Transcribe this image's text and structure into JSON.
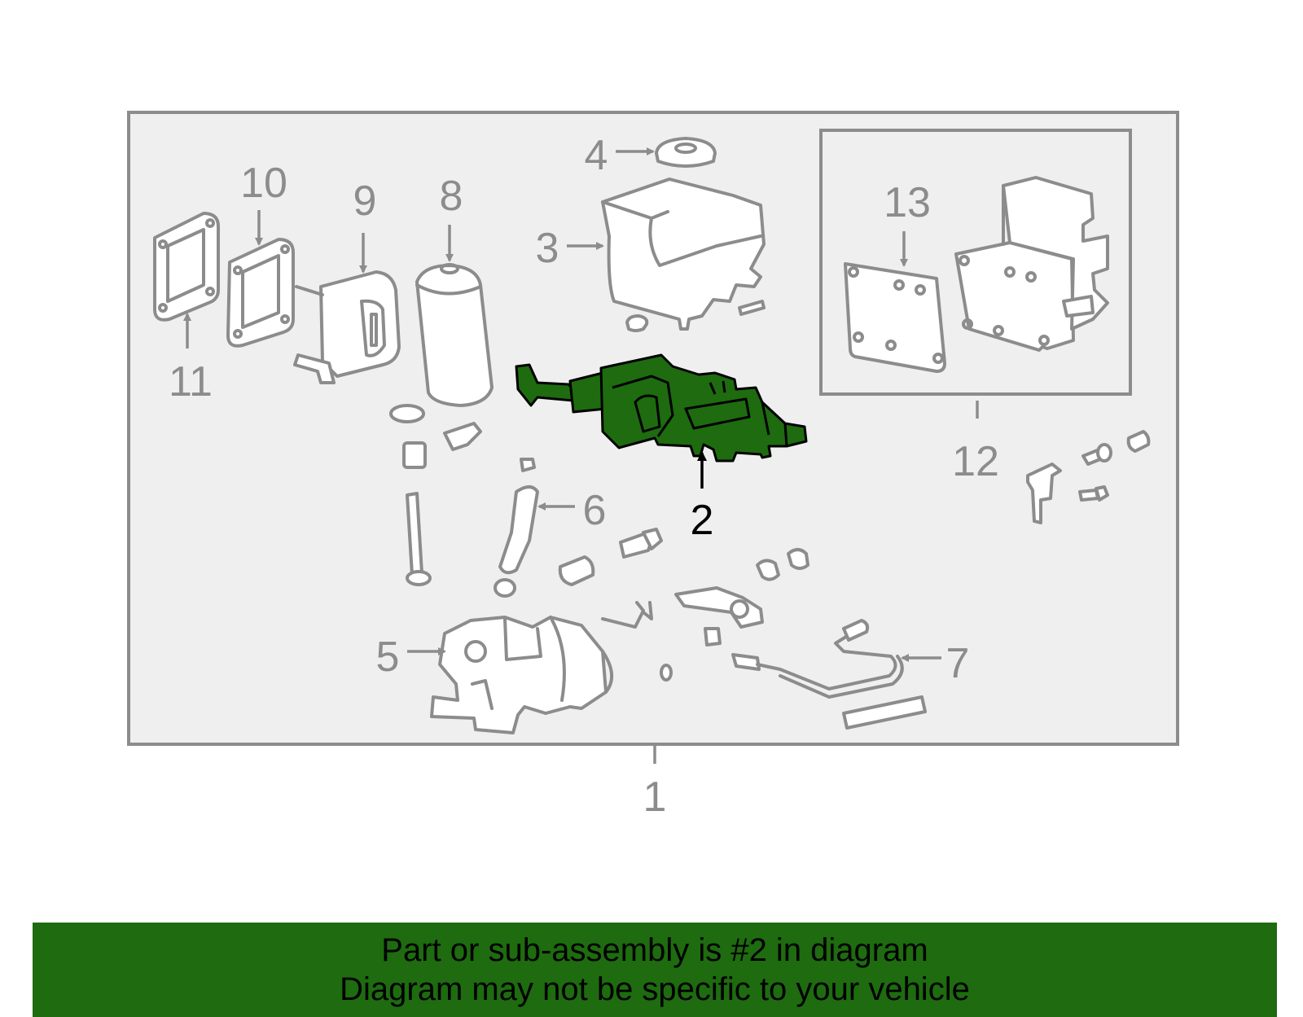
{
  "diagram": {
    "callouts": {
      "c1": "1",
      "c2": "2",
      "c3": "3",
      "c4": "4",
      "c5": "5",
      "c6": "6",
      "c7": "7",
      "c8": "8",
      "c9": "9",
      "c10": "10",
      "c11": "11",
      "c12": "12",
      "c13": "13"
    },
    "highlighted_part": "2",
    "colors": {
      "highlight": "#1e6b10",
      "outline": "#8c8c8c",
      "banner": "#1e6b10"
    }
  },
  "banner": {
    "line1": "Part or sub-assembly is #2 in diagram",
    "line2": "Diagram may not be specific to your vehicle"
  }
}
